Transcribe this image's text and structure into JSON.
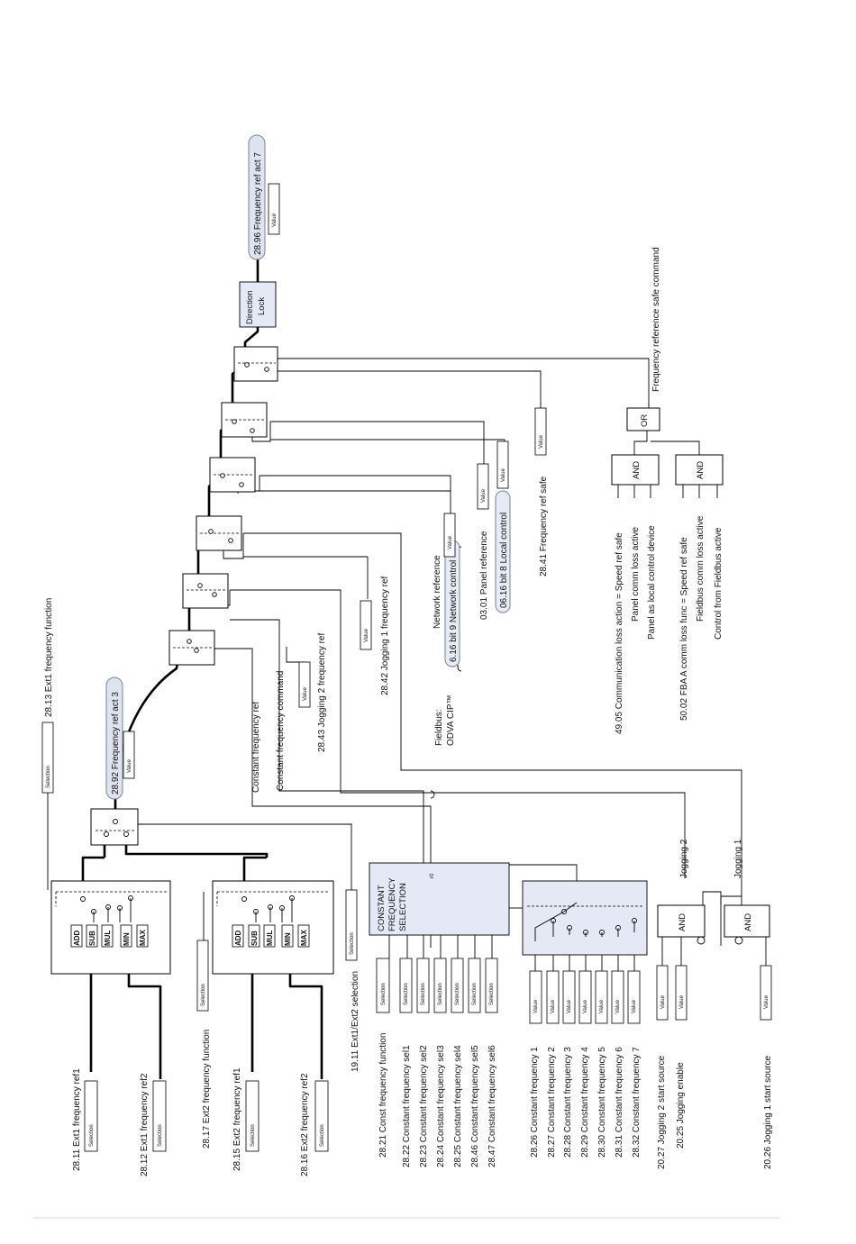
{
  "diagram": {
    "ext1_function": {
      "label": "28.13 Ext1 frequency function",
      "box": "Selection"
    },
    "ext1_ref1": {
      "label": "28.11 Ext1 frequency ref1",
      "box": "Selection"
    },
    "ext1_ref2": {
      "label": "28.12 Ext1 frequency ref2",
      "box": "Selection"
    },
    "ext2_function": {
      "label": "28.17 Ext2 frequency function",
      "box": "Selection"
    },
    "ext2_ref1": {
      "label": "28.15 Ext2 frequency ref1",
      "box": "Selection"
    },
    "ext2_ref2": {
      "label": "28.16 Ext2 frequency ref2",
      "box": "Selection"
    },
    "ext_selection": {
      "label": "19.11 Ext1/Ext2 selection",
      "box": "Selection"
    },
    "math_ops": [
      "ADD",
      "SUB",
      "MUL",
      "MIN",
      "MAX"
    ],
    "freq_act3": {
      "label": "28.92 Frequency ref act 3",
      "box": "Value"
    },
    "freq_act7": {
      "label": "28.96 Frequency ref act 7",
      "box": "Value"
    },
    "constant_freq_ref": "Constant frequency ref",
    "constant_freq_command": "Constant frequency command",
    "jogging2_ref": {
      "label": "28.43 Jogging 2 frequency ref",
      "box": "Value"
    },
    "jogging1_ref": {
      "label": "28.42 Jogging 1 frequency ref",
      "box": "Value"
    },
    "fieldbus": {
      "line1": "Fieldbus:",
      "line2": "ODVA CIP™"
    },
    "network_reference": "Network reference",
    "network_control": "6.16 bit 9 Network control",
    "network_value": "Value",
    "panel_reference": {
      "label": "03.01 Panel reference",
      "box": "Value"
    },
    "local_control": {
      "label": "06.16 bit 8 Local control",
      "box": "Value"
    },
    "freq_ref_safe": {
      "label": "28.41 Frequency ref safe",
      "box": "Value"
    },
    "safe_command": "Frequency reference safe command",
    "direction_lock": {
      "line1": "Direction",
      "line2": "Lock"
    },
    "or_label": "OR",
    "and_label": "AND",
    "and1_inputs": [
      "49.05 Communication loss action = Speed ref safe",
      "Panel comm loss active",
      "Panel as local control device"
    ],
    "and2_inputs": [
      "50.02 FBA A comm loss func = Speed ref safe",
      "Fieldbus comm loss active",
      "Control from Fieldbus active"
    ],
    "const_block": {
      "line1": "CONSTANT",
      "line2": "FREQUENCY",
      "line3": "SELECTION",
      "tag": "r0"
    },
    "const_function": {
      "label": "28.21 Const frequency function",
      "box": "Selection"
    },
    "const_sels": [
      {
        "label": "28.22 Constant frequency sel1",
        "box": "Selection"
      },
      {
        "label": "28.23 Constant frequency sel2",
        "box": "Selection"
      },
      {
        "label": "28.24 Constant frequency sel3",
        "box": "Selection"
      },
      {
        "label": "28.25 Constant frequency sel4",
        "box": "Selection"
      },
      {
        "label": "28.46 Constant frequency sel5",
        "box": "Selection"
      },
      {
        "label": "28.47 Constant frequency sel6",
        "box": "Selection"
      }
    ],
    "const_freqs": [
      {
        "label": "28.26 Constant frequency 1",
        "box": "Value"
      },
      {
        "label": "28.27 Constant frequency 2",
        "box": "Value"
      },
      {
        "label": "28.28 Constant frequency 3",
        "box": "Value"
      },
      {
        "label": "28.29 Constant frequency 4",
        "box": "Value"
      },
      {
        "label": "28.30 Constant frequency 5",
        "box": "Value"
      },
      {
        "label": "28.31 Constant frequency 6",
        "box": "Value"
      },
      {
        "label": "28.32 Constant frequency 7",
        "box": "Value"
      }
    ],
    "jogging2_start": {
      "label": "20.27 Jogging 2 start source",
      "box": "Value"
    },
    "jogging_enable": {
      "label": "20.25 Jogging enable",
      "box": "Value"
    },
    "jogging1_start": {
      "label": "20.26 Jogging 1 start source",
      "box": "Value"
    },
    "jogging1_text": "Jogging 1",
    "jogging2_text": "Jogging 2"
  }
}
